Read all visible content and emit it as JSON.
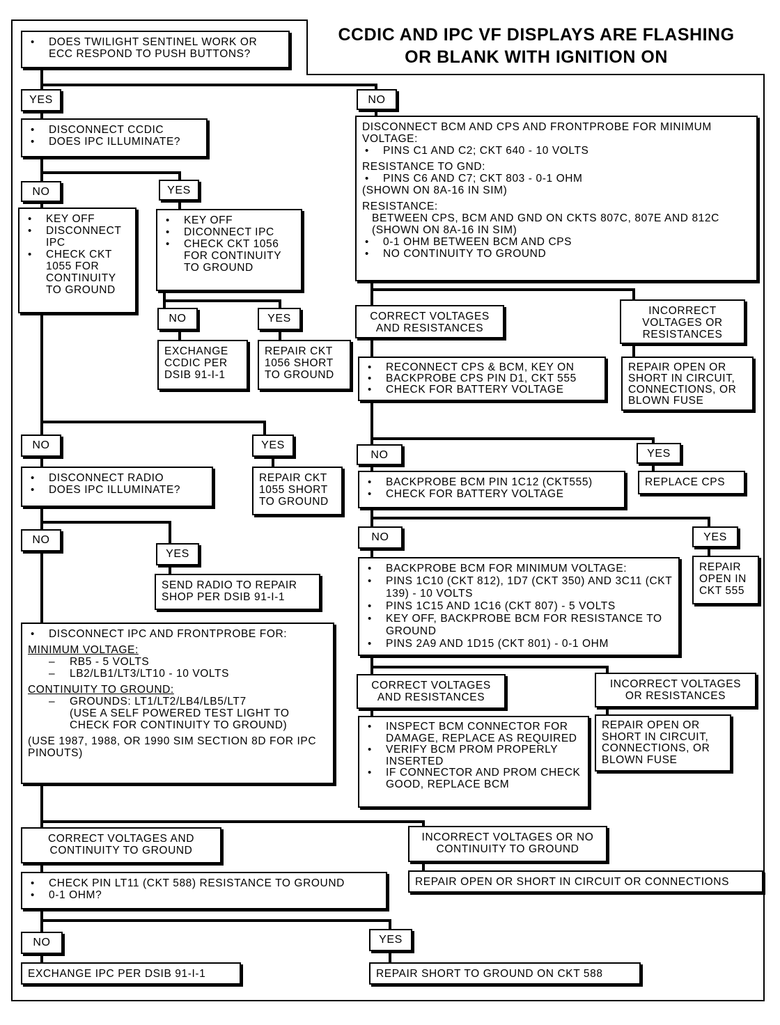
{
  "title": {
    "line1": "CCDIC AND IPC VF DISPLAYS ARE FLASHING",
    "line2": "OR BLANK WITH IGNITION ON"
  },
  "labels": {
    "yes": "YES",
    "no": "NO"
  },
  "start": {
    "item1": "DOES TWILIGHT SENTINEL WORK OR ECC RESPOND TO PUSH BUTTONS?"
  },
  "left": {
    "step1": {
      "item1": "DISCONNECT CCDIC",
      "item2": "DOES IPC ILLUMINATE?"
    },
    "keyoff_a": {
      "item1": "KEY OFF",
      "item2": "DISCONNECT IPC",
      "item3": "CHECK CKT 1055 FOR CONTINUITY TO GROUND"
    },
    "keyoff_b": {
      "item1": "KEY OFF",
      "item2": "DICONNECT IPC",
      "item3": "CHECK CKT 1056 FOR CONTINUITY TO GROUND"
    },
    "exchange_ccdic": "EXCHANGE CCDIC PER DSIB 91-I-1",
    "repair_1056": "REPAIR CKT 1056 SHORT TO GROUND",
    "repair_1055": "REPAIR CKT 1055 SHORT TO GROUND",
    "radio": {
      "item1": "DISCONNECT RADIO",
      "item2": "DOES IPC ILLUMINATE?"
    },
    "send_radio": "SEND RADIO TO REPAIR SHOP PER DSIB 91-I-1",
    "ipc_probe": {
      "item1": "DISCONNECT IPC AND FRONTPROBE FOR:",
      "min_voltage_head": "MINIMUM VOLTAGE:",
      "mv1": "RB5 - 5 VOLTS",
      "mv2": "LB2/LB1/LT3/LT10 - 10 VOLTS",
      "cont_head": "CONTINUITY TO GROUND:",
      "cg1": "GROUNDS: LT1/LT2/LB4/LB5/LT7",
      "cg1_note": "(USE A SELF POWERED TEST LIGHT TO CHECK FOR CONTINUITY TO GROUND)",
      "note": "(USE 1987, 1988, OR 1990 SIM SECTION 8D FOR IPC PINOUTS)"
    },
    "correct_cont": "CORRECT VOLTAGES AND CONTINUITY TO GROUND",
    "incorrect_cont": "INCORRECT VOLTAGES OR NO CONTINUITY TO GROUND",
    "repair_open_conn": "REPAIR OPEN OR SHORT IN CIRCUIT OR CONNECTIONS",
    "check_lt11": {
      "item1": "CHECK PIN LT11 (CKT 588) RESISTANCE TO GROUND",
      "item2": "0-1 OHM?"
    },
    "exchange_ipc": "EXCHANGE IPC PER DSIB 91-I-1",
    "repair_588": "REPAIR SHORT TO GROUND ON CKT 588"
  },
  "right": {
    "bcm_cps": {
      "line1": "DISCONNECT BCM AND CPS AND FRONTPROBE FOR MINIMUM VOLTAGE:",
      "item1": "PINS C1 AND C2; CKT 640 - 10 VOLTS",
      "res_gnd": "RESISTANCE TO GND:",
      "item2": "PINS C6 AND C7; CKT 803 - 0-1 OHM",
      "item2_note": "(SHOWN ON 8A-16 IN SIM)",
      "res_head": "RESISTANCE:",
      "res_text": "BETWEEN CPS, BCM AND GND ON CKTS 807C, 807E AND 812C (SHOWN ON 8A-16 IN SIM)",
      "item3": "0-1 OHM BETWEEN BCM AND CPS",
      "item4": "NO CONTINUITY TO GROUND"
    },
    "correct_va": "CORRECT VOLTAGES AND RESISTANCES",
    "incorrect_va": "INCORRECT VOLTAGES OR RESISTANCES",
    "reconnect": {
      "item1": "RECONNECT CPS & BCM, KEY ON",
      "item2": "BACKPROBE CPS PIN D1, CKT 555",
      "item3": "CHECK FOR BATTERY VOLTAGE"
    },
    "repair_fuse_1": "REPAIR OPEN OR SHORT IN CIRCUIT, CONNECTIONS, OR BLOWN FUSE",
    "replace_cps": "REPLACE CPS",
    "backprobe_1c12": {
      "item1": "BACKPROBE BCM PIN 1C12 (CKT555)",
      "item2": "CHECK FOR BATTERY VOLTAGE"
    },
    "repair_555": "REPAIR OPEN IN CKT 555",
    "bcm_min": {
      "item1": "BACKPROBE BCM FOR MINIMUM VOLTAGE:",
      "item2": "PINS 1C10 (CKT 812), 1D7 (CKT 350) AND 3C11 (CKT 139) - 10 VOLTS",
      "item3": "PINS 1C15 AND 1C16 (CKT 807) - 5 VOLTS",
      "item4": "KEY OFF, BACKPROBE BCM FOR RESISTANCE TO GROUND",
      "item5": "PINS 2A9 AND 1D15 (CKT 801) - 0-1 OHM"
    },
    "correct_vb": "CORRECT VOLTAGES AND RESISTANCES",
    "incorrect_vb": "INCORRECT VOLTAGES OR RESISTANCES",
    "inspect": {
      "item1": "INSPECT BCM CONNECTOR FOR DAMAGE, REPLACE AS REQUIRED",
      "item2": "VERIFY BCM PROM PROPERLY INSERTED",
      "item3": "IF CONNECTOR AND PROM CHECK GOOD, REPLACE BCM"
    },
    "repair_fuse_2": "REPAIR OPEN OR SHORT IN CIRCUIT, CONNECTIONS, OR BLOWN FUSE"
  }
}
